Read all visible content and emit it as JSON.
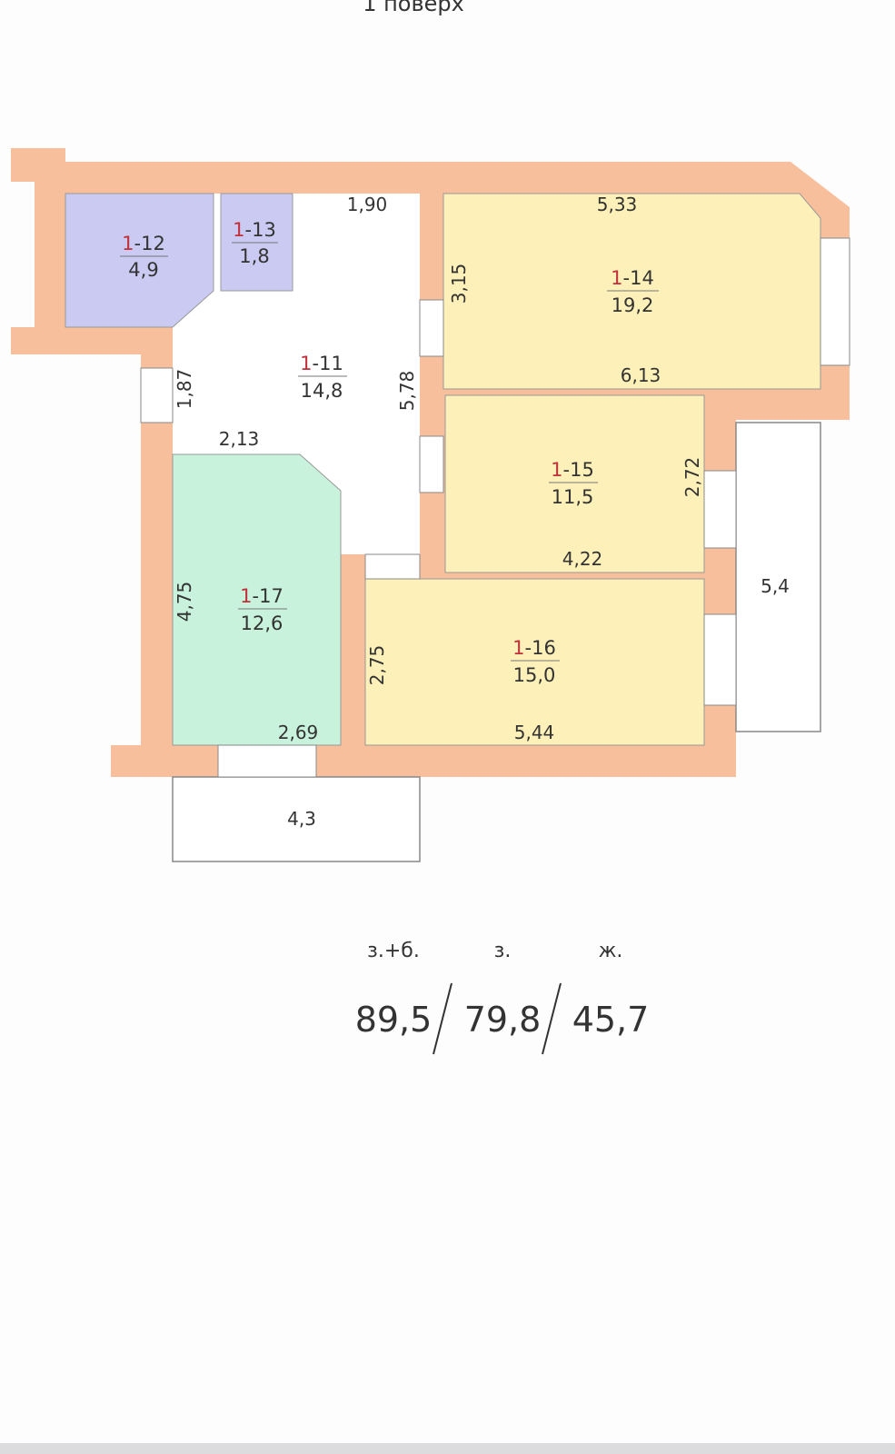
{
  "title": "1 поверх",
  "colors": {
    "wall": "#f8bf9c",
    "living": "#fdf0b8",
    "storage": "#cacaf2",
    "kitchen": "#c8f2dc"
  },
  "rooms": {
    "r11": {
      "num_prefix": "1",
      "num_suffix": "-11",
      "area": "14,8"
    },
    "r12": {
      "num_prefix": "1",
      "num_suffix": "-12",
      "area": "4,9"
    },
    "r13": {
      "num_prefix": "1",
      "num_suffix": "-13",
      "area": "1,8"
    },
    "r14": {
      "num_prefix": "1",
      "num_suffix": "-14",
      "area": "19,2"
    },
    "r15": {
      "num_prefix": "1",
      "num_suffix": "-15",
      "area": "11,5"
    },
    "r16": {
      "num_prefix": "1",
      "num_suffix": "-16",
      "area": "15,0"
    },
    "r17": {
      "num_prefix": "1",
      "num_suffix": "-17",
      "area": "12,6"
    }
  },
  "dimensions": {
    "d190": "1,90",
    "d533": "5,33",
    "d315": "3,15",
    "d613": "6,13",
    "d187": "1,87",
    "d578": "5,78",
    "d213": "2,13",
    "d272": "2,72",
    "d422": "4,22",
    "d475": "4,75",
    "d275": "2,75",
    "d269": "2,69",
    "d544": "5,44",
    "d54": "5,4",
    "d43": "4,3"
  },
  "summary": {
    "labels": [
      "з.+б.",
      "з.",
      "ж."
    ],
    "values": [
      "89,5",
      "79,8",
      "45,7"
    ]
  }
}
